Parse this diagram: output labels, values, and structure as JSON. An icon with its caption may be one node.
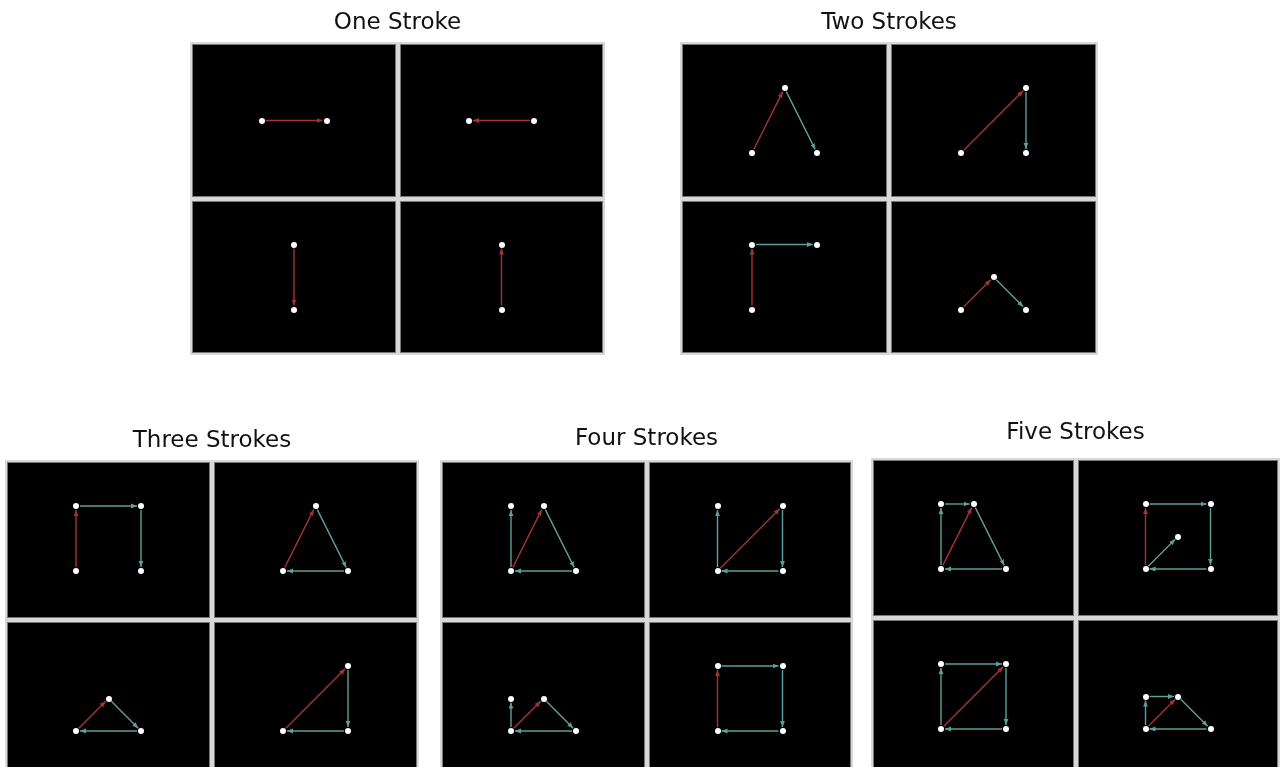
{
  "diagram": {
    "nodes": [
      {
        "text": [
          "One Stroke"
        ]
      },
      {
        "text": [],
        "shape": "box",
        "in": 0
      },
      {
        "text": [],
        "shape": "circle",
        "in": 1
      },
      {
        "text": [],
        "shape": "circle",
        "in": 1
      },
      {
        "text": [],
        "shape": "box",
        "in": 0
      },
      {
        "text": [],
        "shape": "circle",
        "in": 4
      },
      {
        "text": [],
        "shape": "circle",
        "in": 4
      },
      {
        "text": [],
        "shape": "box",
        "in": 0
      },
      {
        "text": [],
        "shape": "circle",
        "in": 7
      },
      {
        "text": [],
        "shape": "circle",
        "in": 7
      },
      {
        "text": [],
        "shape": "box",
        "in": 0
      },
      {
        "text": [],
        "shape": "circle",
        "in": 10
      },
      {
        "text": [],
        "shape": "circle",
        "in": 10
      },
      {
        "text": [
          "Two Strokes"
        ]
      },
      {
        "text": [],
        "shape": "box",
        "in": 13
      },
      {
        "text": [],
        "shape": "circle",
        "in": 14
      },
      {
        "text": [],
        "shape": "circle",
        "in": 14
      },
      {
        "text": [],
        "shape": "circle",
        "in": 14
      },
      {
        "text": [],
        "shape": "box",
        "in": 13
      },
      {
        "text": [],
        "shape": "circle",
        "in": 18
      },
      {
        "text": [],
        "shape": "circle",
        "in": 18
      },
      {
        "text": [],
        "shape": "circle",
        "in": 18
      },
      {
        "text": [],
        "shape": "box",
        "in": 13
      },
      {
        "text": [],
        "shape": "circle",
        "in": 22
      },
      {
        "text": [],
        "shape": "circle",
        "in": 22
      },
      {
        "text": [],
        "shape": "circle",
        "in": 22
      },
      {
        "text": [],
        "shape": "box",
        "in": 13
      },
      {
        "text": [],
        "shape": "circle",
        "in": 26
      },
      {
        "text": [],
        "shape": "circle",
        "in": 26
      },
      {
        "text": [],
        "shape": "circle",
        "in": 26
      },
      {
        "text": [
          "Three Strokes"
        ]
      },
      {
        "text": [],
        "shape": "box",
        "in": 30
      },
      {
        "text": [],
        "shape": "circle",
        "in": 31
      },
      {
        "text": [],
        "shape": "circle",
        "in": 31
      },
      {
        "text": [],
        "shape": "circle",
        "in": 31
      },
      {
        "text": [],
        "shape": "circle",
        "in": 31
      },
      {
        "text": [],
        "shape": "box",
        "in": 30
      },
      {
        "text": [],
        "shape": "circle",
        "in": 36
      },
      {
        "text": [],
        "shape": "circle",
        "in": 36
      },
      {
        "text": [],
        "shape": "circle",
        "in": 36
      },
      {
        "text": [],
        "shape": "box",
        "in": 30
      },
      {
        "text": [],
        "shape": "circle",
        "in": 40
      },
      {
        "text": [],
        "shape": "circle",
        "in": 40
      },
      {
        "text": [],
        "shape": "circle",
        "in": 40
      },
      {
        "text": [],
        "shape": "box",
        "in": 30
      },
      {
        "text": [],
        "shape": "circle",
        "in": 44
      },
      {
        "text": [],
        "shape": "circle",
        "in": 44
      },
      {
        "text": [],
        "shape": "circle",
        "in": 44
      },
      {
        "text": [
          "Four Strokes"
        ]
      },
      {
        "text": [],
        "shape": "box",
        "in": 48
      },
      {
        "text": [],
        "shape": "circle",
        "in": 49
      },
      {
        "text": [],
        "shape": "circle",
        "in": 49
      },
      {
        "text": [],
        "shape": "circle",
        "in": 49
      },
      {
        "text": [],
        "shape": "circle",
        "in": 49
      },
      {
        "text": [],
        "shape": "box",
        "in": 48
      },
      {
        "text": [],
        "shape": "circle",
        "in": 54
      },
      {
        "text": [],
        "shape": "circle",
        "in": 54
      },
      {
        "text": [],
        "shape": "circle",
        "in": 54
      },
      {
        "text": [],
        "shape": "circle",
        "in": 54
      },
      {
        "text": [],
        "shape": "box",
        "in": 48
      },
      {
        "text": [],
        "shape": "circle",
        "in": 59
      },
      {
        "text": [],
        "shape": "circle",
        "in": 59
      },
      {
        "text": [],
        "shape": "circle",
        "in": 59
      },
      {
        "text": [],
        "shape": "circle",
        "in": 59
      },
      {
        "text": [],
        "shape": "box",
        "in": 48
      },
      {
        "text": [],
        "shape": "circle",
        "in": 64
      },
      {
        "text": [],
        "shape": "circle",
        "in": 64
      },
      {
        "text": [],
        "shape": "circle",
        "in": 64
      },
      {
        "text": [],
        "shape": "circle",
        "in": 64
      },
      {
        "text": [
          "Five Strokes"
        ]
      },
      {
        "text": [],
        "shape": "box",
        "in": 69
      },
      {
        "text": [],
        "shape": "circle",
        "in": 70
      },
      {
        "text": [],
        "shape": "circle",
        "in": 70
      },
      {
        "text": [],
        "shape": "circle",
        "in": 70
      },
      {
        "text": [],
        "shape": "circle",
        "in": 70
      },
      {
        "text": [],
        "shape": "box",
        "in": 69
      },
      {
        "text": [],
        "shape": "circle",
        "in": 75
      },
      {
        "text": [],
        "shape": "circle",
        "in": 75
      },
      {
        "text": [],
        "shape": "circle",
        "in": 75
      },
      {
        "text": [],
        "shape": "circle",
        "in": 75
      },
      {
        "text": [],
        "shape": "circle",
        "in": 75
      },
      {
        "text": [],
        "shape": "box",
        "in": 69
      },
      {
        "text": [],
        "shape": "circle",
        "in": 81
      },
      {
        "text": [],
        "shape": "circle",
        "in": 81
      },
      {
        "text": [],
        "shape": "circle",
        "in": 81
      },
      {
        "text": [],
        "shape": "circle",
        "in": 81
      },
      {
        "text": [],
        "shape": "box",
        "in": 69
      },
      {
        "text": [],
        "shape": "circle",
        "in": 86
      },
      {
        "text": [],
        "shape": "circle",
        "in": 86
      },
      {
        "text": [],
        "shape": "circle",
        "in": 86
      },
      {
        "text": [],
        "shape": "circle",
        "in": 86
      }
    ],
    "edges": [
      {
        "from": 2,
        "to": 3,
        "arrow": "to",
        "color": "#a83232"
      },
      {
        "from": 6,
        "to": 5,
        "arrow": "to",
        "color": "#a83232"
      },
      {
        "from": 8,
        "to": 9,
        "arrow": "to",
        "color": "#a83232"
      },
      {
        "from": 12,
        "to": 11,
        "arrow": "to",
        "color": "#a83232"
      },
      {
        "from": 16,
        "to": 15,
        "arrow": "to",
        "color": "#a83232"
      },
      {
        "from": 15,
        "to": 17,
        "arrow": "to"
      },
      {
        "from": 20,
        "to": 19,
        "arrow": "to",
        "color": "#a83232"
      },
      {
        "from": 19,
        "to": 21,
        "arrow": "to"
      },
      {
        "from": 25,
        "to": 23,
        "arrow": "to",
        "color": "#a83232"
      },
      {
        "from": 23,
        "to": 24,
        "arrow": "to"
      },
      {
        "from": 28,
        "to": 27,
        "arrow": "to",
        "color": "#a83232"
      },
      {
        "from": 27,
        "to": 29,
        "arrow": "to"
      },
      {
        "from": 34,
        "to": 32,
        "arrow": "to",
        "color": "#a83232"
      },
      {
        "from": 32,
        "to": 33,
        "arrow": "to"
      },
      {
        "from": 33,
        "to": 35,
        "arrow": "to"
      },
      {
        "from": 38,
        "to": 37,
        "arrow": "to",
        "color": "#a83232"
      },
      {
        "from": 37,
        "to": 39,
        "arrow": "to"
      },
      {
        "from": 39,
        "to": 38,
        "arrow": "to"
      },
      {
        "from": 42,
        "to": 41,
        "arrow": "to",
        "color": "#a83232"
      },
      {
        "from": 41,
        "to": 43,
        "arrow": "to"
      },
      {
        "from": 43,
        "to": 42,
        "arrow": "to"
      },
      {
        "from": 46,
        "to": 45,
        "arrow": "to",
        "color": "#a83232"
      },
      {
        "from": 45,
        "to": 47,
        "arrow": "to"
      },
      {
        "from": 47,
        "to": 46,
        "arrow": "to"
      },
      {
        "from": 52,
        "to": 51,
        "arrow": "to",
        "color": "#a83232"
      },
      {
        "from": 51,
        "to": 53,
        "arrow": "to"
      },
      {
        "from": 53,
        "to": 52,
        "arrow": "to"
      },
      {
        "from": 52,
        "to": 50,
        "arrow": "to"
      },
      {
        "from": 57,
        "to": 56,
        "arrow": "to",
        "color": "#a83232"
      },
      {
        "from": 56,
        "to": 58,
        "arrow": "to"
      },
      {
        "from": 58,
        "to": 57,
        "arrow": "to"
      },
      {
        "from": 57,
        "to": 55,
        "arrow": "to"
      },
      {
        "from": 62,
        "to": 61,
        "arrow": "to",
        "color": "#a83232"
      },
      {
        "from": 61,
        "to": 63,
        "arrow": "to"
      },
      {
        "from": 63,
        "to": 62,
        "arrow": "to"
      },
      {
        "from": 62,
        "to": 60,
        "arrow": "to"
      },
      {
        "from": 67,
        "to": 65,
        "arrow": "to",
        "color": "#a83232"
      },
      {
        "from": 65,
        "to": 66,
        "arrow": "to"
      },
      {
        "from": 66,
        "to": 68,
        "arrow": "to"
      },
      {
        "from": 68,
        "to": 67,
        "arrow": "to"
      },
      {
        "from": 73,
        "to": 72,
        "arrow": "to",
        "color": "#a83232"
      },
      {
        "from": 72,
        "to": 74,
        "arrow": "to"
      },
      {
        "from": 74,
        "to": 73,
        "arrow": "to"
      },
      {
        "from": 73,
        "to": 71,
        "arrow": "to"
      },
      {
        "from": 71,
        "to": 72,
        "arrow": "to"
      },
      {
        "from": 79,
        "to": 76,
        "arrow": "to",
        "color": "#a83232"
      },
      {
        "from": 76,
        "to": 77,
        "arrow": "to"
      },
      {
        "from": 77,
        "to": 80,
        "arrow": "to"
      },
      {
        "from": 80,
        "to": 79,
        "arrow": "to"
      },
      {
        "from": 79,
        "to": 78,
        "arrow": "to"
      },
      {
        "from": 84,
        "to": 83,
        "arrow": "to",
        "color": "#a83232"
      },
      {
        "from": 82,
        "to": 83,
        "arrow": "to"
      },
      {
        "from": 83,
        "to": 85,
        "arrow": "to"
      },
      {
        "from": 85,
        "to": 84,
        "arrow": "to"
      },
      {
        "from": 84,
        "to": 82,
        "arrow": "to"
      },
      {
        "from": 89,
        "to": 88,
        "arrow": "to",
        "color": "#a83232"
      },
      {
        "from": 87,
        "to": 88,
        "arrow": "to"
      },
      {
        "from": 88,
        "to": 90,
        "arrow": "to"
      },
      {
        "from": 90,
        "to": 89,
        "arrow": "to"
      },
      {
        "from": 89,
        "to": 87,
        "arrow": "to"
      }
    ]
  }
}
